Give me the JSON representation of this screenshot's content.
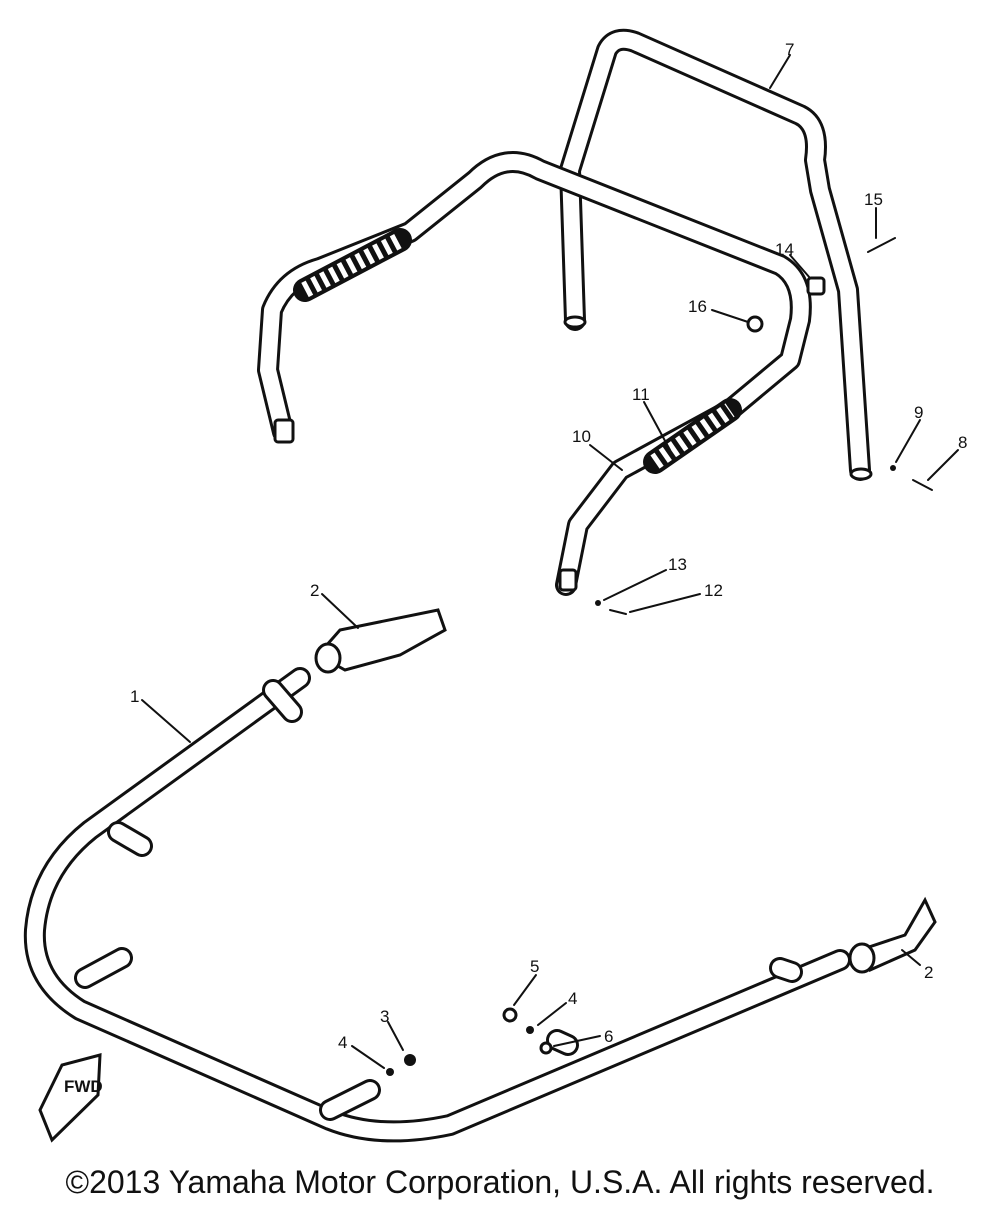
{
  "callouts": [
    {
      "id": "c1",
      "label": "1"
    },
    {
      "id": "c2a",
      "label": "2"
    },
    {
      "id": "c2b",
      "label": "2"
    },
    {
      "id": "c3",
      "label": "3"
    },
    {
      "id": "c4a",
      "label": "4"
    },
    {
      "id": "c4b",
      "label": "4"
    },
    {
      "id": "c5",
      "label": "5"
    },
    {
      "id": "c6",
      "label": "6"
    },
    {
      "id": "c7",
      "label": "7"
    },
    {
      "id": "c8",
      "label": "8"
    },
    {
      "id": "c9",
      "label": "9"
    },
    {
      "id": "c10",
      "label": "10"
    },
    {
      "id": "c11",
      "label": "11"
    },
    {
      "id": "c12",
      "label": "12"
    },
    {
      "id": "c13",
      "label": "13"
    },
    {
      "id": "c14",
      "label": "14"
    },
    {
      "id": "c15",
      "label": "15"
    },
    {
      "id": "c16",
      "label": "16"
    }
  ],
  "fwd_mark": "FWD",
  "copyright": "©2013 Yamaha Motor Corporation, U.S.A. All rights reserved.",
  "colors": {
    "ink": "#111111",
    "paper": "#ffffff"
  }
}
